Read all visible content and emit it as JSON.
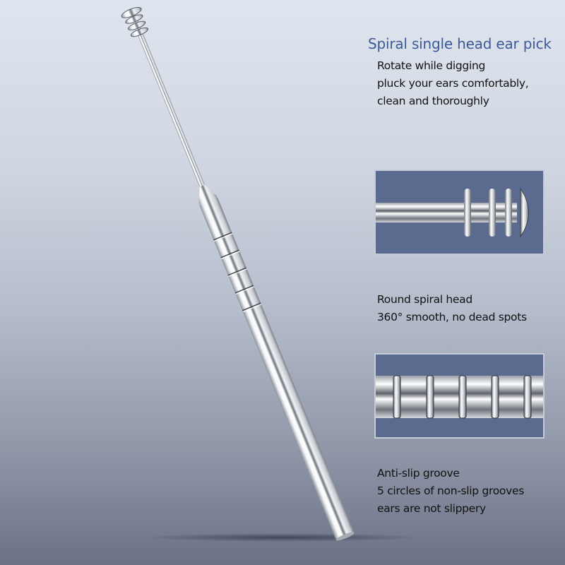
{
  "product": {
    "name": "Spiral single head ear pick",
    "icon": "ear-pick-stick-image"
  },
  "sections": [
    {
      "heading": "Spiral single head ear pick",
      "lines": [
        "Rotate while digging",
        "pluck your ears comfortably,",
        "clean and thoroughly"
      ]
    },
    {
      "inset_icon": "spiral-head-closeup-image",
      "lines": [
        "Round spiral head",
        "360° smooth, no dead spots"
      ]
    },
    {
      "inset_icon": "anti-slip-groove-closeup-image",
      "lines": [
        "Anti-slip groove",
        "5 circles of non-slip grooves",
        "ears are not slippery"
      ]
    }
  ],
  "colors": {
    "title": "#3d5a97",
    "inset_bg": "#5a6b8f",
    "text": "#111111"
  }
}
